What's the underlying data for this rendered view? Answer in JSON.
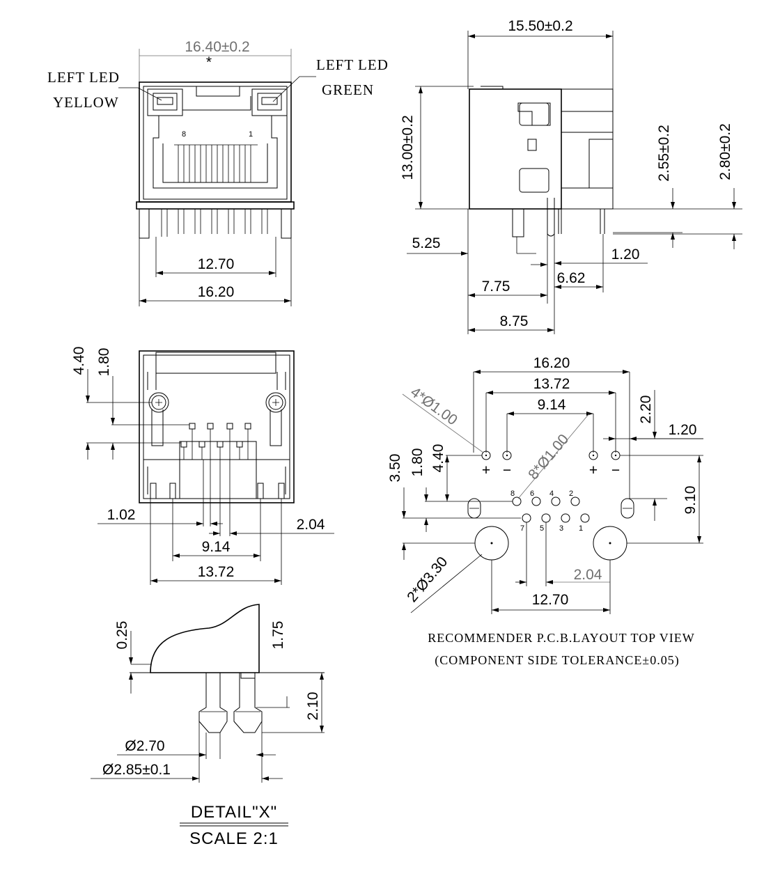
{
  "front_view": {
    "width_top": "16.40±0.2",
    "star": "*",
    "led_left_label_1": "LEFT LED",
    "led_left_label_2": "YELLOW",
    "led_right_label_1": "LEFT LED",
    "led_right_label_2": "GREEN",
    "pin_8": "8",
    "pin_1": "1",
    "dim_pitch": "12.70",
    "dim_width": "16.20"
  },
  "side_view": {
    "depth": "15.50±0.2",
    "height": "13.00±0.2",
    "dim_255": "2.55±0.2",
    "dim_280": "2.80±0.2",
    "dim_525": "5.25",
    "dim_120": "1.20",
    "dim_662": "6.62",
    "dim_775": "7.75",
    "dim_875": "8.75"
  },
  "bottom_view": {
    "dim_440": "4.40",
    "dim_180": "1.80",
    "dim_102": "1.02",
    "dim_204": "2.04",
    "dim_914": "9.14",
    "dim_1372": "13.72"
  },
  "detail_x": {
    "dim_025": "0.25",
    "dim_175": "1.75",
    "dim_210": "2.10",
    "dia_270": "Ø2.70",
    "dia_285": "Ø2.85±0.1",
    "title_line1": "DETAIL\"X\"",
    "title_line2": "SCALE  2:1"
  },
  "pcb_layout": {
    "dim_1620": "16.20",
    "dim_1372": "13.72",
    "dim_914": "9.14",
    "dim_220": "2.20",
    "dim_120": "1.20",
    "dim_350": "3.50",
    "dim_180": "1.80",
    "dim_440": "4.40",
    "dim_910": "9.10",
    "dim_204": "2.04",
    "dim_1270": "12.70",
    "holes_4": "4*Ø1.00",
    "holes_8": "8*Ø1.00",
    "holes_2": "2*Ø3.30",
    "plus": "+",
    "minus": "−",
    "pins_top": [
      "8",
      "6",
      "4",
      "2"
    ],
    "pins_bottom": [
      "7",
      "5",
      "3",
      "1"
    ],
    "caption_1": "RECOMMENDER P.C.B.LAYOUT TOP VIEW",
    "caption_2": "(COMPONENT SIDE TOLERANCE±0.05)"
  }
}
